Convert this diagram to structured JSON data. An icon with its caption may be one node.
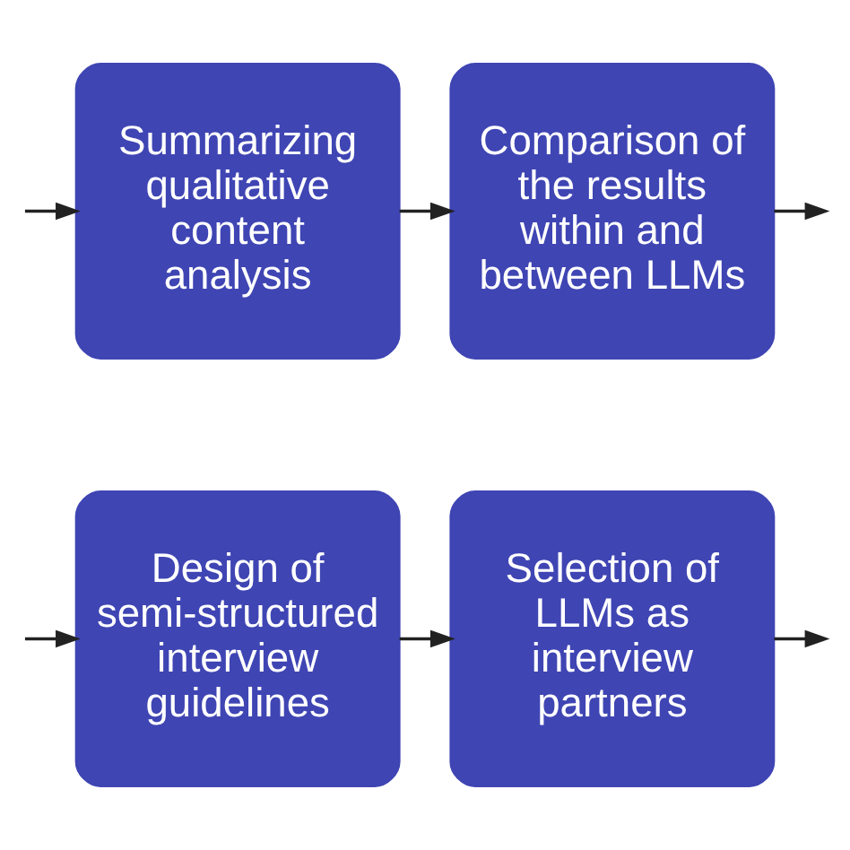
{
  "diagram": {
    "nodes": [
      {
        "text": [
          "Design of semi-structured interview guidelines"
        ]
      },
      {
        "text": [
          "Selection of LLMs as interview partners"
        ]
      },
      {
        "text": [
          "Summarizing qualitative content analysis"
        ]
      },
      {
        "text": [
          "Comparison of the results within and between LLMs"
        ]
      }
    ],
    "edges": [
      {
        "from": null,
        "to": 0,
        "arrow": "to"
      },
      {
        "from": 0,
        "to": 1,
        "arrow": "to"
      },
      {
        "from": 1,
        "to": null,
        "arrow": "to"
      },
      {
        "from": null,
        "to": 2,
        "arrow": "to"
      },
      {
        "from": 2,
        "to": 3,
        "arrow": "to"
      },
      {
        "from": 3,
        "to": null,
        "arrow": "to"
      }
    ]
  }
}
